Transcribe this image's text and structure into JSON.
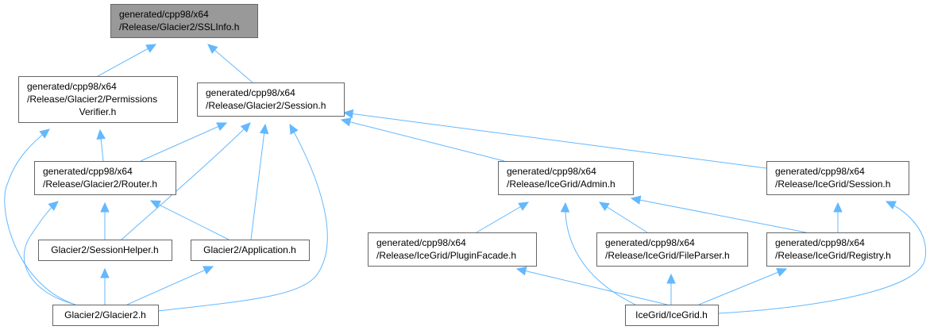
{
  "diagram": {
    "type": "include-dependency-graph",
    "colors": {
      "edge": "#63b8ff",
      "root_fill": "#999999",
      "node_fill": "#ffffff",
      "border": "#666666"
    },
    "nodes": [
      {
        "id": "sslinfo",
        "lines": [
          "generated/cpp98/x64",
          "/Release/Glacier2/SSLInfo.h"
        ],
        "root": true
      },
      {
        "id": "permverifier",
        "lines": [
          "generated/cpp98/x64",
          "/Release/Glacier2/Permissions",
          "Verifier.h"
        ]
      },
      {
        "id": "g2session",
        "lines": [
          "generated/cpp98/x64",
          "/Release/Glacier2/Session.h"
        ]
      },
      {
        "id": "router",
        "lines": [
          "generated/cpp98/x64",
          "/Release/Glacier2/Router.h"
        ]
      },
      {
        "id": "sessionhelper",
        "lines": [
          "Glacier2/SessionHelper.h"
        ]
      },
      {
        "id": "application",
        "lines": [
          "Glacier2/Application.h"
        ]
      },
      {
        "id": "glacier2",
        "lines": [
          "Glacier2/Glacier2.h"
        ]
      },
      {
        "id": "admin",
        "lines": [
          "generated/cpp98/x64",
          "/Release/IceGrid/Admin.h"
        ]
      },
      {
        "id": "igsession",
        "lines": [
          "generated/cpp98/x64",
          "/Release/IceGrid/Session.h"
        ]
      },
      {
        "id": "pluginfacade",
        "lines": [
          "generated/cpp98/x64",
          "/Release/IceGrid/PluginFacade.h"
        ]
      },
      {
        "id": "fileparser",
        "lines": [
          "generated/cpp98/x64",
          "/Release/IceGrid/FileParser.h"
        ]
      },
      {
        "id": "registry",
        "lines": [
          "generated/cpp98/x64",
          "/Release/IceGrid/Registry.h"
        ]
      },
      {
        "id": "icegrid",
        "lines": [
          "IceGrid/IceGrid.h"
        ]
      }
    ],
    "edges": [
      {
        "from": "permverifier",
        "to": "sslinfo"
      },
      {
        "from": "g2session",
        "to": "sslinfo"
      },
      {
        "from": "router",
        "to": "permverifier"
      },
      {
        "from": "glacier2",
        "to": "permverifier"
      },
      {
        "from": "router",
        "to": "g2session"
      },
      {
        "from": "sessionhelper",
        "to": "g2session"
      },
      {
        "from": "application",
        "to": "g2session"
      },
      {
        "from": "glacier2",
        "to": "g2session"
      },
      {
        "from": "admin",
        "to": "g2session"
      },
      {
        "from": "igsession",
        "to": "g2session"
      },
      {
        "from": "sessionhelper",
        "to": "router"
      },
      {
        "from": "application",
        "to": "router"
      },
      {
        "from": "glacier2",
        "to": "router"
      },
      {
        "from": "glacier2",
        "to": "sessionhelper"
      },
      {
        "from": "glacier2",
        "to": "application"
      },
      {
        "from": "pluginfacade",
        "to": "admin"
      },
      {
        "from": "fileparser",
        "to": "admin"
      },
      {
        "from": "registry",
        "to": "admin"
      },
      {
        "from": "icegrid",
        "to": "admin"
      },
      {
        "from": "registry",
        "to": "igsession"
      },
      {
        "from": "icegrid",
        "to": "igsession"
      },
      {
        "from": "icegrid",
        "to": "pluginfacade"
      },
      {
        "from": "icegrid",
        "to": "fileparser"
      },
      {
        "from": "icegrid",
        "to": "registry"
      }
    ]
  }
}
